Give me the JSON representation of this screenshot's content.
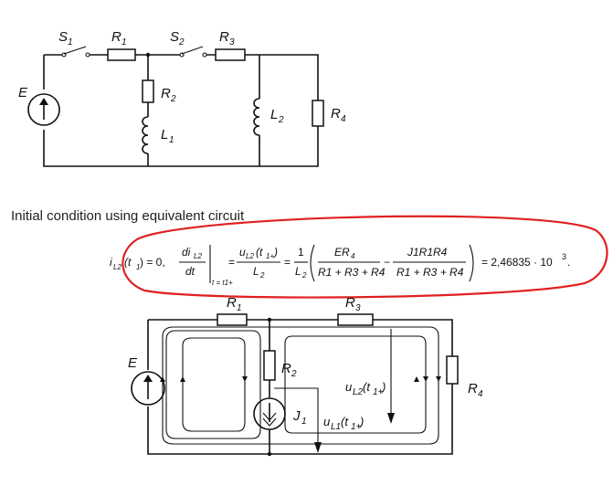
{
  "caption": "Initial condition using equivalent circuit",
  "circuit1": {
    "labels": {
      "E": "E",
      "S1": "S",
      "S1_sub": "1",
      "R1": "R",
      "R1_sub": "1",
      "S2": "S",
      "S2_sub": "2",
      "R3": "R",
      "R3_sub": "3",
      "R2": "R",
      "R2_sub": "2",
      "L1": "L",
      "L1_sub": "1",
      "L2": "L",
      "L2_sub": "2",
      "R4": "R",
      "R4_sub": "4"
    }
  },
  "equation": {
    "lhs": "i",
    "lhs_sub": "L2",
    "lhs_arg": "(t",
    "lhs_arg_sub": "1",
    "lhs_value": ") = 0,",
    "deriv_num": "di",
    "deriv_num_sub": "L2",
    "deriv_den": "dt",
    "eval_at": "t = t1+",
    "frac1_num": "u",
    "frac1_num_sub": "L2",
    "frac1_num_arg": "(t",
    "frac1_num_arg_sub": "1+",
    "frac1_den": "L",
    "frac1_den_sub": "2",
    "coef_num": "1",
    "coef_den": "L",
    "coef_den_sub": "2",
    "frac2_num": "ER",
    "frac2_num_sub": "4",
    "frac2_den": "R1 + R3 + R4",
    "frac3_num": "J1R1R4",
    "frac3_den": "R1 + R3 + R4",
    "result": "= 2,46835 · 10",
    "result_exp": "3",
    "highlight_color": "#e02020"
  },
  "circuit2": {
    "labels": {
      "E": "E",
      "R1": "R",
      "R1_sub": "1",
      "R3": "R",
      "R3_sub": "3",
      "R2": "R",
      "R2_sub": "2",
      "J1": "J",
      "J1_sub": "1",
      "R4": "R",
      "R4_sub": "4",
      "uL2": "u",
      "uL2_sub": "L2",
      "uL2_arg": "(t",
      "uL2_arg_sub": "1+",
      "uL1": "u",
      "uL1_sub": "L1",
      "uL1_arg": "(t",
      "uL1_arg_sub": "1+"
    }
  }
}
